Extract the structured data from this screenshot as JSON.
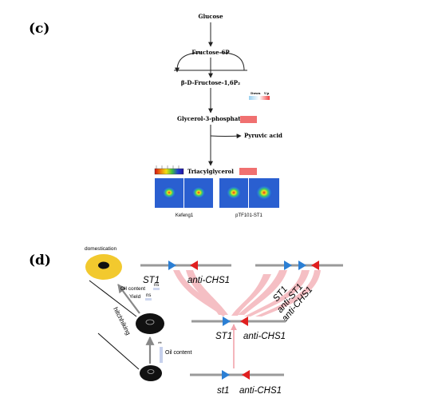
{
  "panel_c": {
    "label": "(c)",
    "pathway": {
      "glucose": "Glucose",
      "fructose_6p": "Fructose-6P",
      "fructose_16p2": "β-D-Fructose-1,6P₂",
      "glycerol_3p": "Glycerol-3-phosphate",
      "pyruvic_acid": "Pyruvic acid",
      "triacylglycerol": "Triacylglycerol"
    },
    "scale_legend": {
      "down": "Down",
      "up": "Up"
    },
    "samples": [
      "Kefeng1",
      "pTF101-ST1"
    ]
  },
  "panel_d": {
    "label": "(d)",
    "domestication": "domestication",
    "hitchhiking": "hitchhiking",
    "oil_content": "Oil content",
    "yield": "Yield",
    "ns": "ns",
    "sig": "**",
    "genes": {
      "st1": "st1",
      "ST1": "ST1",
      "anti_ST1": "anti-ST1",
      "anti_CHS1": "anti-CHS1"
    }
  },
  "colors": {
    "up_bar": "#f07070",
    "domestic_seed": "#f2c92e",
    "ribbon": "#f4b5ba",
    "gene_blue": "#2b7fd4",
    "gene_red": "#e02020"
  }
}
